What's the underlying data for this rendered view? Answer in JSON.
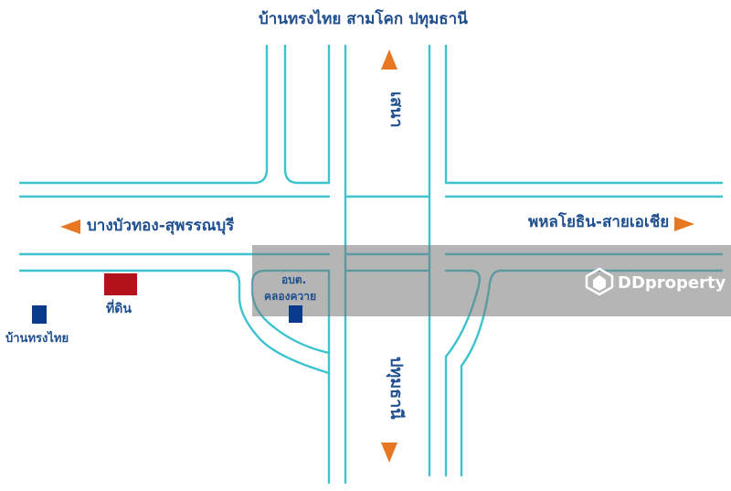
{
  "map": {
    "title": "บ้านทรงไทย สามโคก ปทุมธานี",
    "roads": {
      "north": "เสนา",
      "south": "ปทุมธานี",
      "west": "บางบัวทอง-สุพรรณบุรี",
      "east": "พหลโยธิน-สายเอเชีย"
    },
    "places": {
      "land": "ที่ดิน",
      "house": "บ้านทรงไทย",
      "office_line1": "อบต.",
      "office_line2": "คลองควาย"
    },
    "watermark": "DDproperty",
    "colors": {
      "road": "#3cc3cf",
      "label": "#1f4f8f",
      "arrow": "#e87722",
      "land": "#b3121c",
      "marker": "#0a3a8c"
    }
  }
}
